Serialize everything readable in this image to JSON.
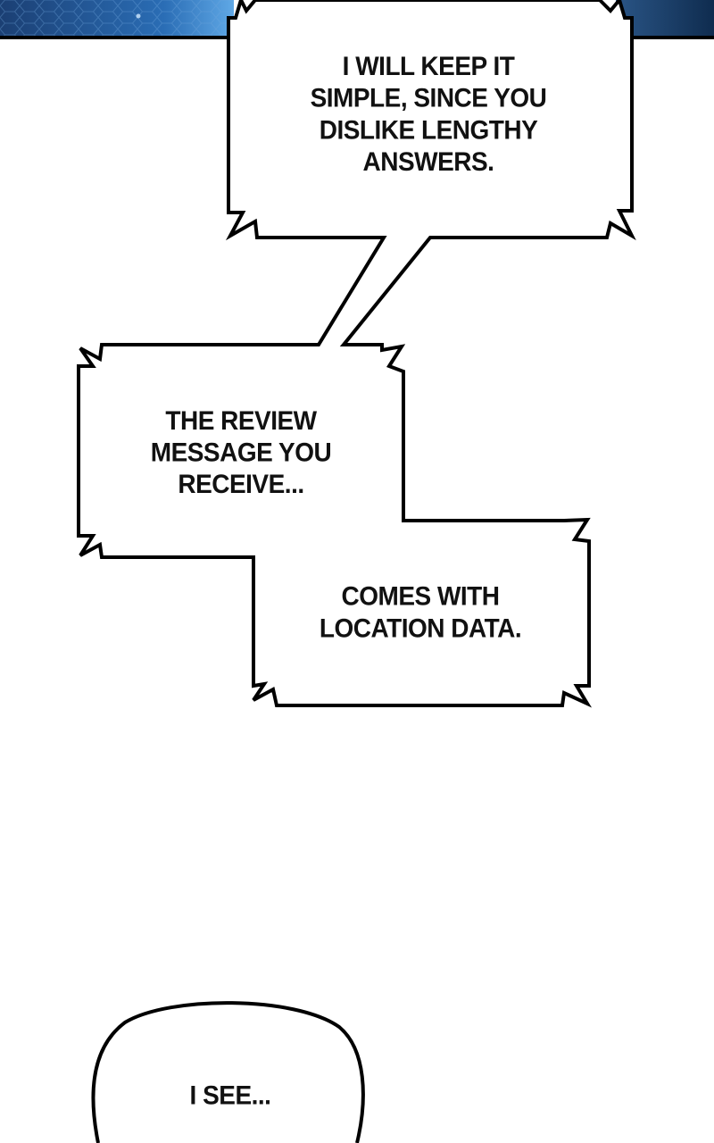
{
  "colors": {
    "top_panel_blue": "#1f5fa6",
    "top_panel_dark": "#0c2a4d",
    "bubble_border": "#000000",
    "bubble_fill": "#ffffff",
    "text": "#111111"
  },
  "bubbles": {
    "keep_simple": {
      "lines": [
        "I WILL KEEP IT",
        "SIMPLE, SINCE YOU",
        "DISLIKE LENGTHY",
        "ANSWERS."
      ]
    },
    "review_message": {
      "lines": [
        "THE REVIEW",
        "MESSAGE YOU",
        "RECEIVE..."
      ]
    },
    "location_data": {
      "lines": [
        "COMES WITH",
        "LOCATION DATA."
      ]
    },
    "i_see": {
      "lines": [
        "I SEE..."
      ]
    }
  }
}
